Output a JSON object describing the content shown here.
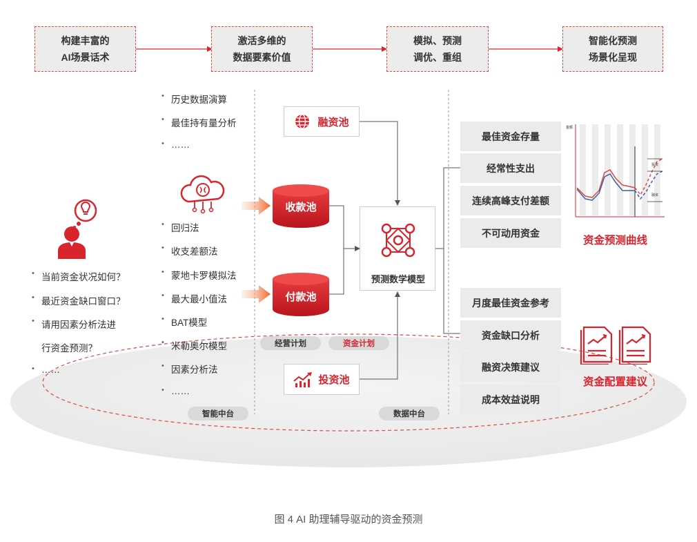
{
  "stages": [
    {
      "label": "构建丰富的\nAI场景话术"
    },
    {
      "label": "激活多维的\n数据要素价值"
    },
    {
      "label": "模拟、预测\n调优、重组"
    },
    {
      "label": "智能化预测\n场景化呈现"
    }
  ],
  "questions": [
    "当前资金状况如何？",
    "最近资金缺口窗口？",
    "请用因素分析法进",
    "行资金预测？",
    "……"
  ],
  "methods_top": [
    "历史数据演算",
    "最佳持有量分析",
    "……"
  ],
  "methods_bottom": [
    "回归法",
    "收支差额法",
    "蒙地卡罗模拟法",
    "最大最小值法",
    "BAT模型",
    "米勒奥尔模型",
    "因素分析法",
    "……"
  ],
  "pills": {
    "smart_platform": "智能中台",
    "business_plan": "经营计划",
    "fund_plan": "资金计划",
    "data_platform": "数据中台"
  },
  "pools": {
    "financing": "融资池",
    "receipt": "收款池",
    "payment": "付款池",
    "investment": "投资池"
  },
  "model_label": "预测数学模型",
  "outputs_top": [
    "最佳资金存量",
    "经常性支出",
    "连续高峰支付差额",
    "不可动用资金"
  ],
  "outputs_bottom": [
    "月度最佳资金参考",
    "资金缺口分析",
    "融资决策建议",
    "成本效益说明"
  ],
  "results": {
    "curve": "资金预测曲线",
    "allocation": "资金配置建议"
  },
  "chart_labels": {
    "y_axis": "金额",
    "gap_top": "投资",
    "gap_bottom": "融资"
  },
  "caption": "图 4 AI 助理辅导驱动的资金预测",
  "colors": {
    "accent": "#d9232d",
    "box_gray": "#ebebeb",
    "dash_red": "#e1473f"
  }
}
